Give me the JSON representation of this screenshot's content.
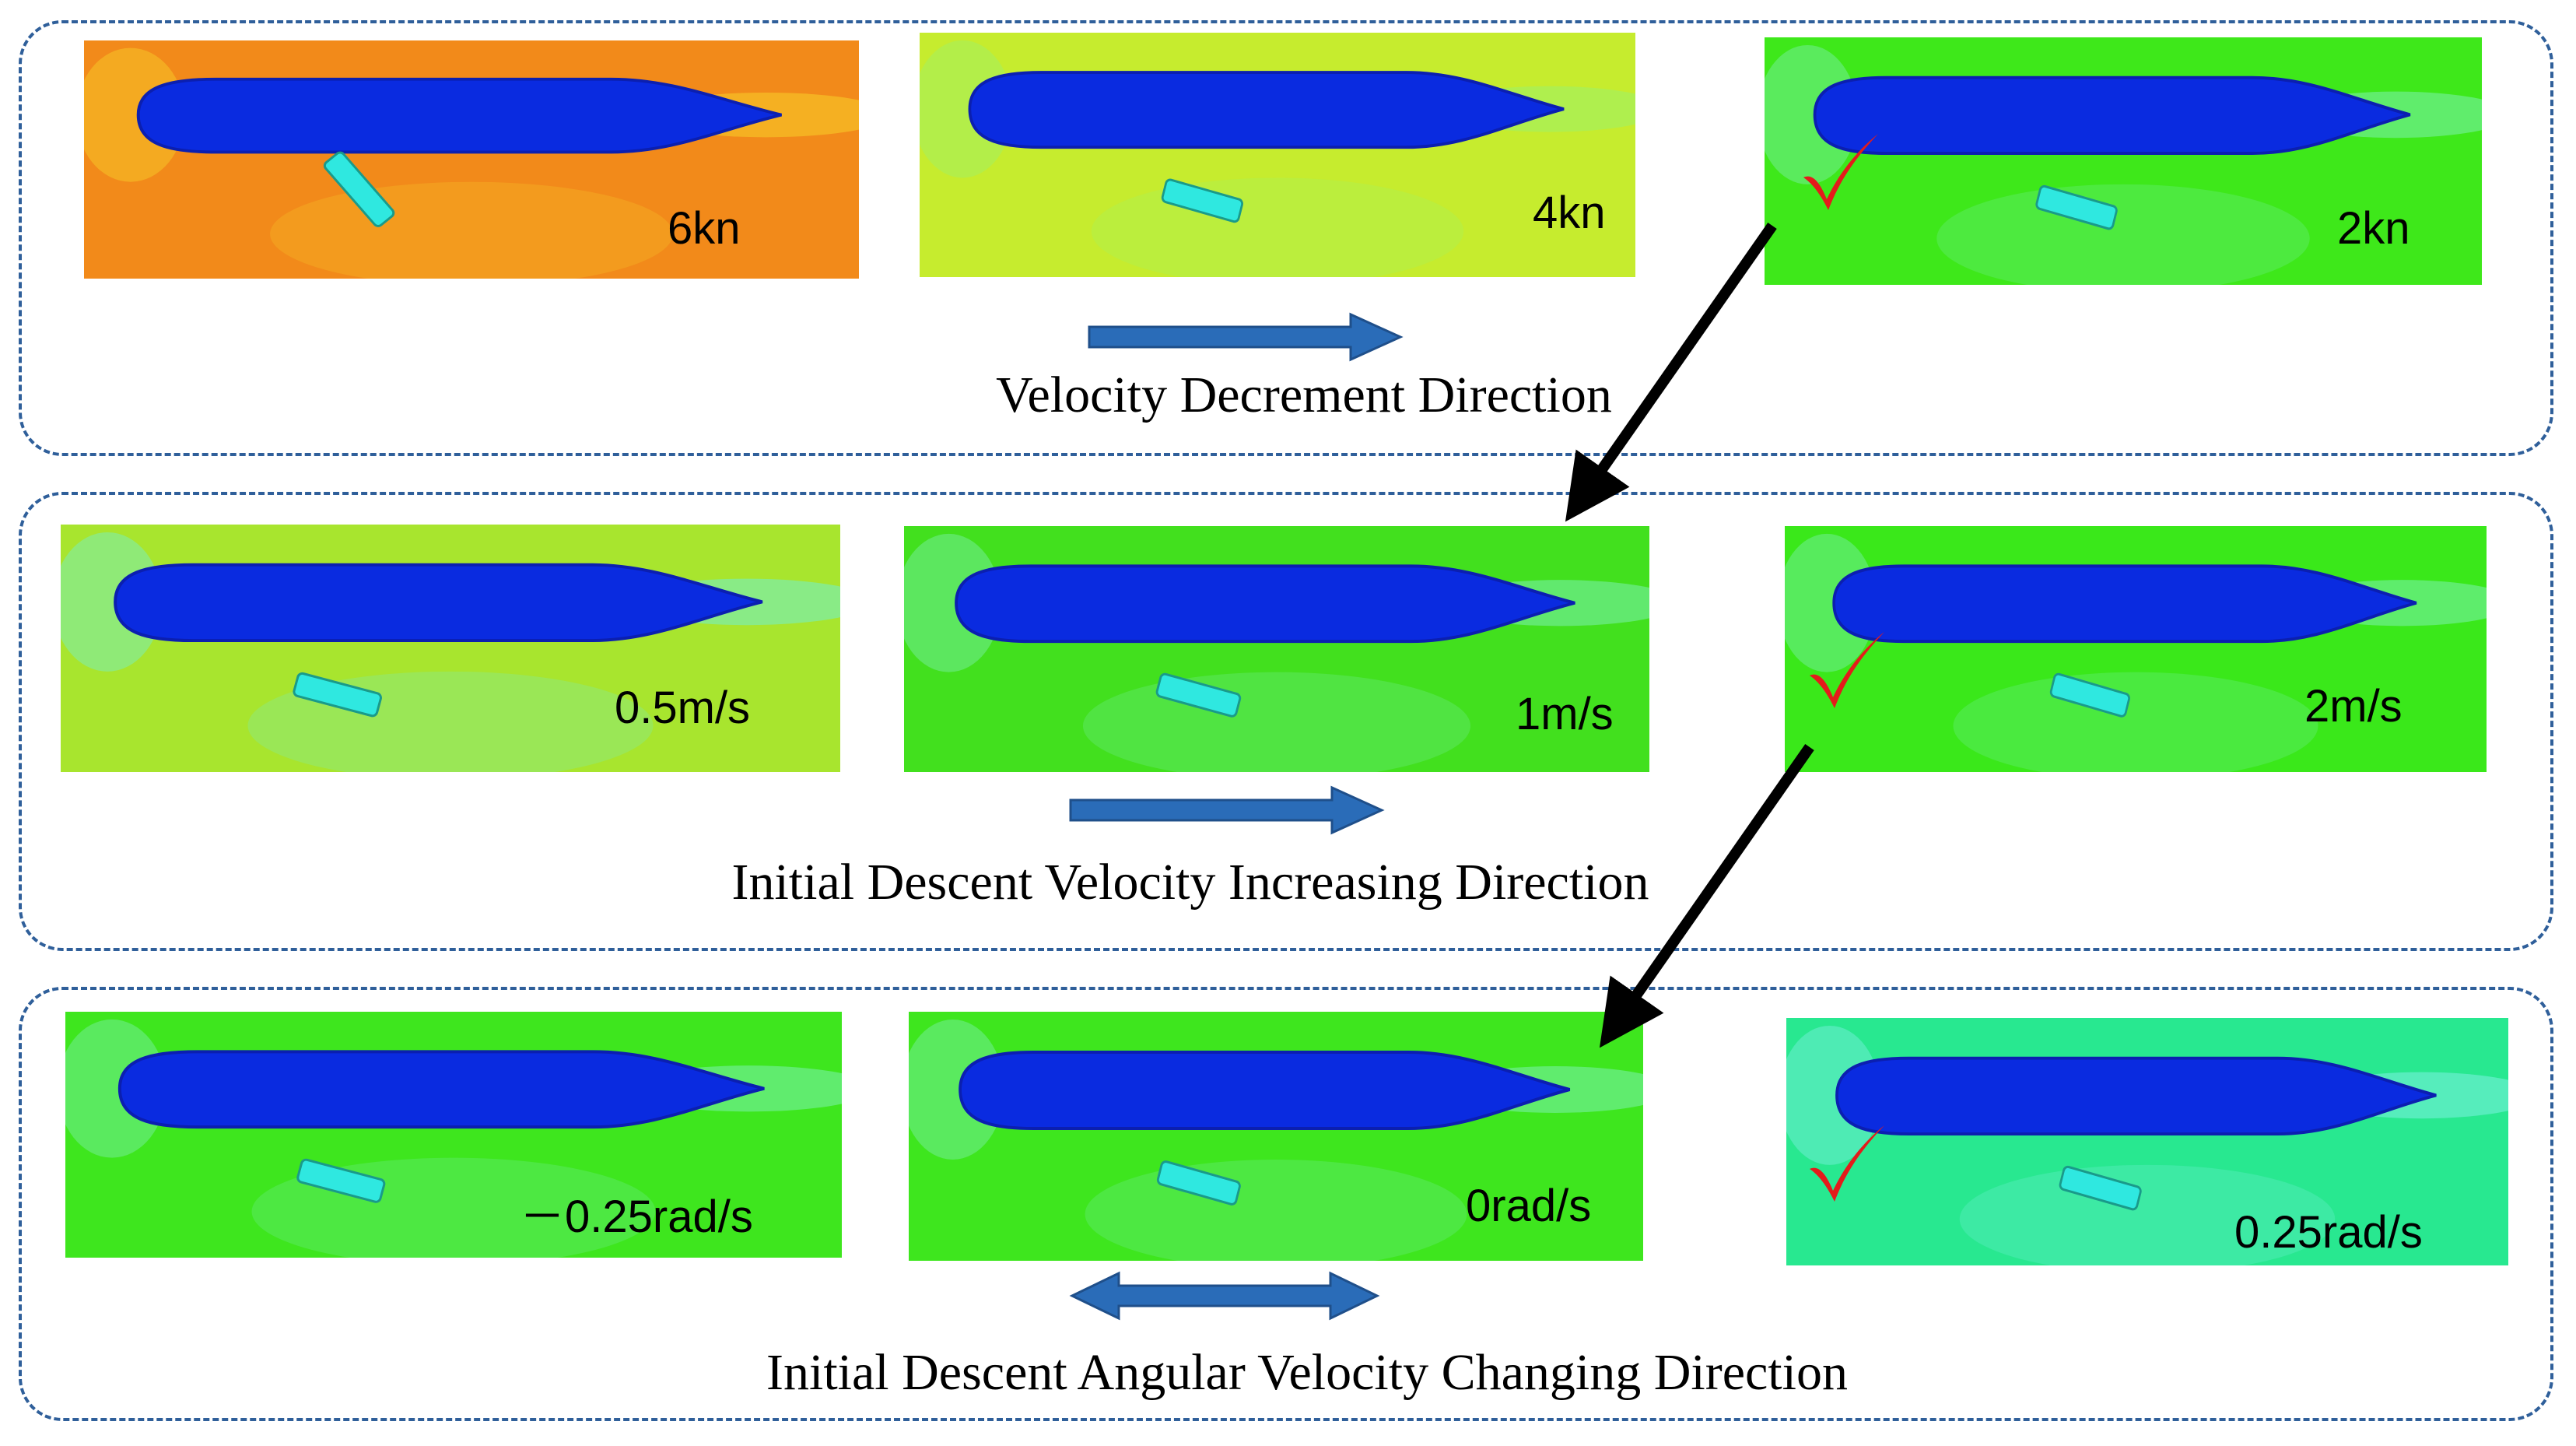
{
  "colors": {
    "hull": "#0a2be0",
    "hull_edge": "#0b1fb0",
    "border": "#2f5f9a",
    "direction_arrow": "#2a6cb8",
    "check": "#e41b1b",
    "connector": "#000000"
  },
  "rows": [
    {
      "caption": "Velocity Decrement Direction",
      "panels": [
        {
          "label": "6kn",
          "background": "#f28a1a",
          "wake": "#f7d02a",
          "checked": false
        },
        {
          "label": "4kn",
          "background": "#c6ec2e",
          "wake": "#9cf26a",
          "checked": false
        },
        {
          "label": "2kn",
          "background": "#3ee81a",
          "wake": "#7cf0b0",
          "checked": true
        }
      ],
      "arrow_type": "right"
    },
    {
      "caption": "Initial Descent Velocity Increasing Direction",
      "panels": [
        {
          "label": "0.5m/s",
          "background": "#a8e52e",
          "wake": "#70f0d0",
          "checked": false
        },
        {
          "label": "1m/s",
          "background": "#42e01e",
          "wake": "#7cf0b0",
          "checked": false
        },
        {
          "label": "2m/s",
          "background": "#3ae81a",
          "wake": "#7cf0b0",
          "checked": true
        }
      ],
      "arrow_type": "right"
    },
    {
      "caption": "Initial Descent Angular Velocity Changing Direction",
      "panels": [
        {
          "label": "－0.25rad/s",
          "background": "#3ee61e",
          "wake": "#7cf0b0",
          "checked": false
        },
        {
          "label": "0rad/s",
          "background": "#3ee61e",
          "wake": "#7cf0b0",
          "checked": false
        },
        {
          "label": "0.25rad/s",
          "background": "#28e890",
          "wake": "#7cf0e0",
          "checked": true
        }
      ],
      "arrow_type": "both"
    }
  ]
}
